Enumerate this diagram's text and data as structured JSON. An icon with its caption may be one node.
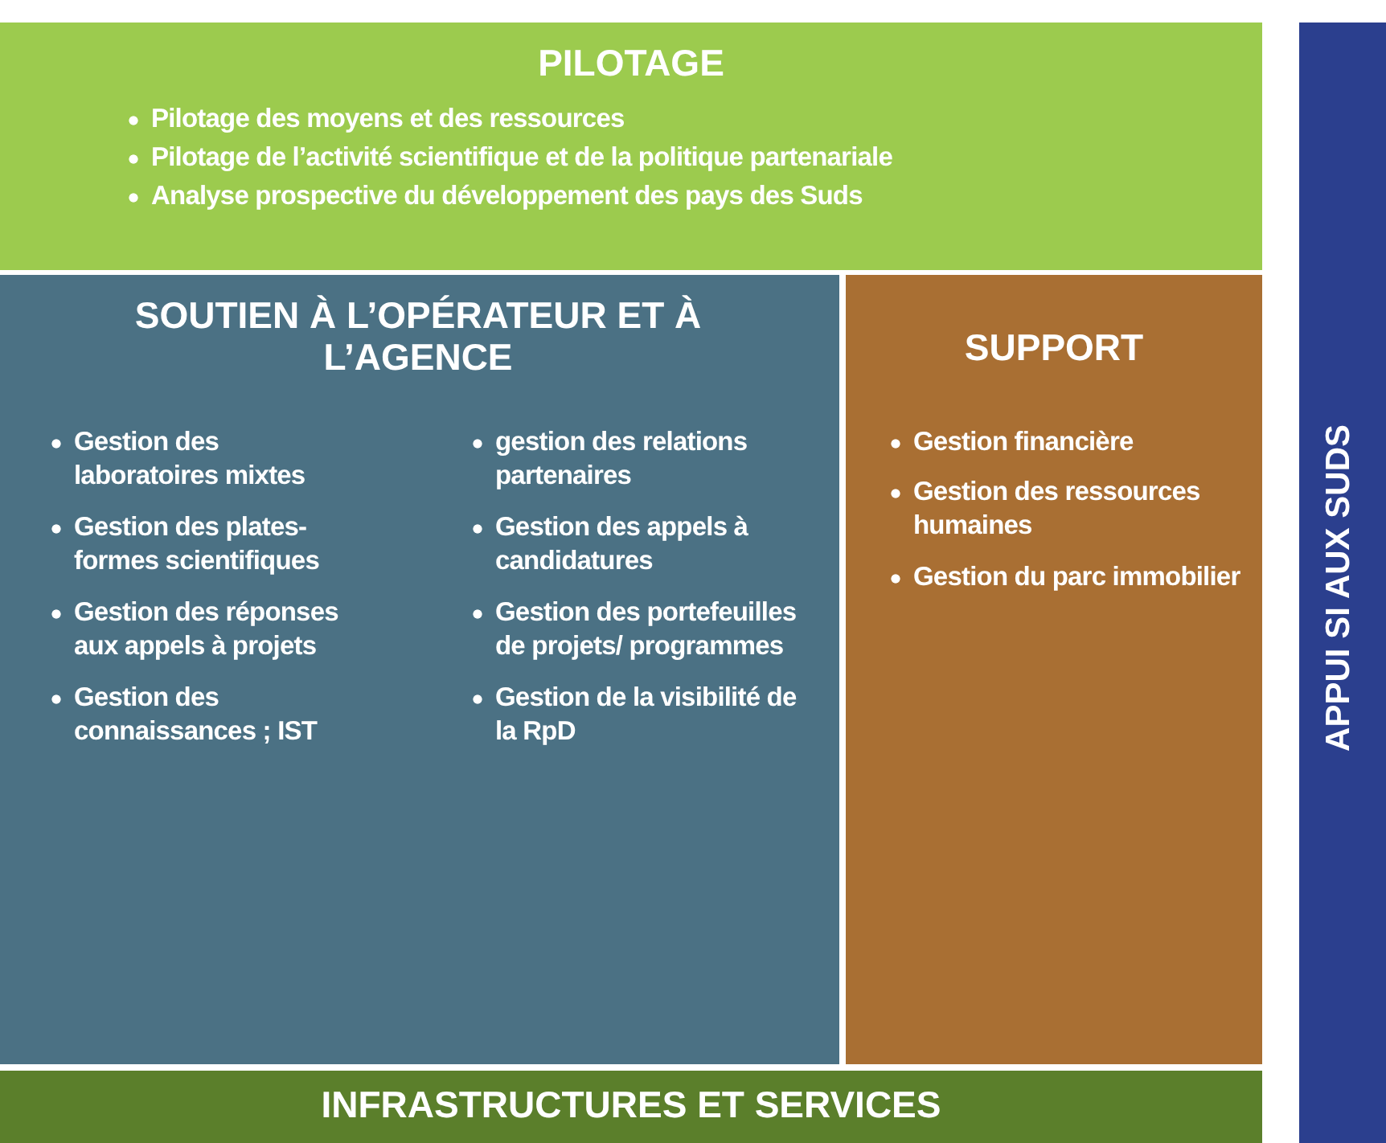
{
  "diagram": {
    "nodes": [
      {
        "text": [
          "PILOTAGE",
          "Pilotage des moyens et des ressources",
          "Pilotage de l’activité scientifique et de la politique partenariale",
          "Analyse prospective du développement des pays des Suds"
        ]
      },
      {
        "text": [
          "SOUTIEN À L’OPÉRATEUR ET À L’AGENCE",
          "Gestion des laboratoires mixtes",
          "Gestion des plates-formes scientifiques",
          "Gestion des réponses aux appels à projets",
          "Gestion des connaissances ; IST",
          "gestion des relations partenaires",
          "Gestion des appels à candidatures",
          "Gestion des portefeuilles de projets/ programmes",
          "Gestion de la visibilité de la RpD"
        ]
      },
      {
        "text": [
          "SUPPORT",
          "Gestion financière",
          "Gestion des ressources humaines",
          "Gestion du parc immobilier"
        ]
      },
      {
        "text": [
          "INFRASTRUCTURES ET SERVICES"
        ]
      },
      {
        "text": [
          "APPUI SI AUX SUDS"
        ]
      }
    ],
    "edges": []
  }
}
